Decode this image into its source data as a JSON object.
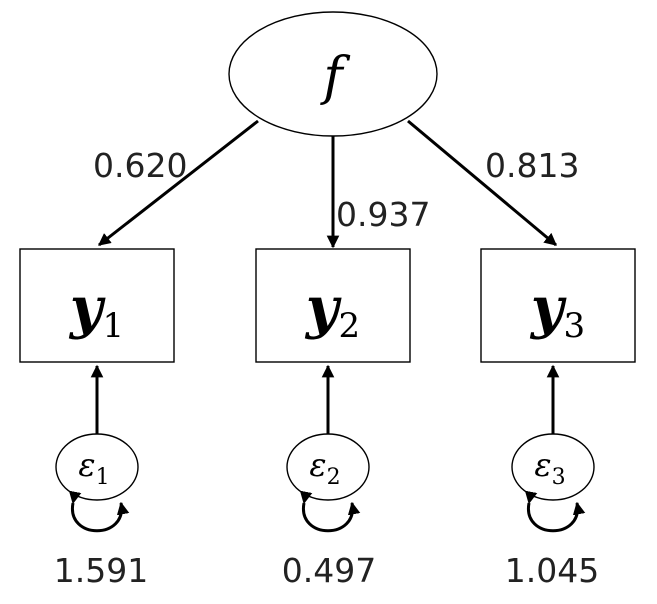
{
  "factor": {
    "label": "f"
  },
  "indicators": [
    {
      "symbol": "y",
      "subscript": "1",
      "loading": "0.620"
    },
    {
      "symbol": "y",
      "subscript": "2",
      "loading": "0.937"
    },
    {
      "symbol": "y",
      "subscript": "3",
      "loading": "0.813"
    }
  ],
  "errors": [
    {
      "symbol": "ε",
      "subscript": "1",
      "variance": "1.591"
    },
    {
      "symbol": "ε",
      "subscript": "2",
      "variance": "0.497"
    },
    {
      "symbol": "ε",
      "subscript": "3",
      "variance": "1.045"
    }
  ]
}
